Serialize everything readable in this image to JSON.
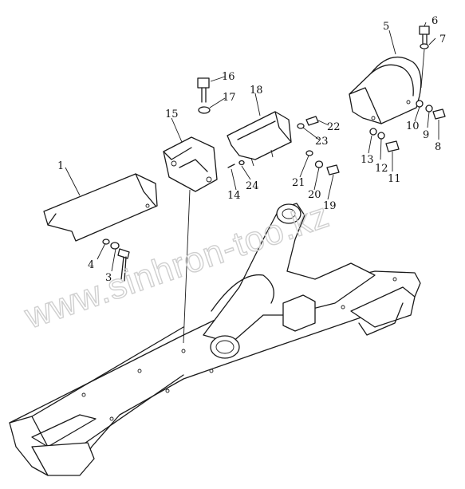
{
  "watermark": "www.sinhron-too.kz",
  "callouts": [
    "1",
    "3",
    "4",
    "5",
    "6",
    "7",
    "8",
    "9",
    "10",
    "11",
    "12",
    "13",
    "14",
    "15",
    "16",
    "17",
    "18",
    "19",
    "20",
    "21",
    "22",
    "23",
    "24"
  ]
}
